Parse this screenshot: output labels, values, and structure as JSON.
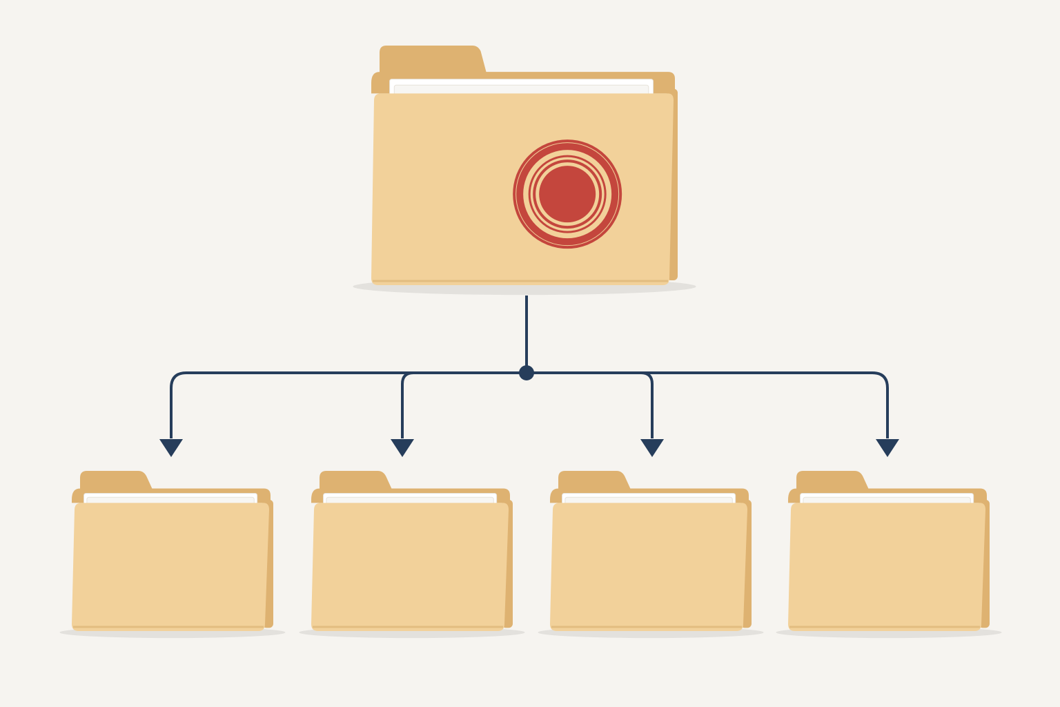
{
  "diagram": {
    "type": "hierarchy",
    "root": {
      "kind": "folder",
      "icon": "record-seal-icon",
      "seal_color": "#c4463d"
    },
    "children": [
      {
        "kind": "folder"
      },
      {
        "kind": "folder"
      },
      {
        "kind": "folder"
      },
      {
        "kind": "folder"
      }
    ],
    "connector": {
      "style": "branching-arrows",
      "color": "#263d5b"
    }
  },
  "colors": {
    "background": "#f6f4f0",
    "folder_front": "#f2d19a",
    "folder_back": "#deb271",
    "paper": "#ffffff",
    "shadow": "#e3e1dd",
    "connector": "#263d5b",
    "seal": "#c4463d"
  }
}
